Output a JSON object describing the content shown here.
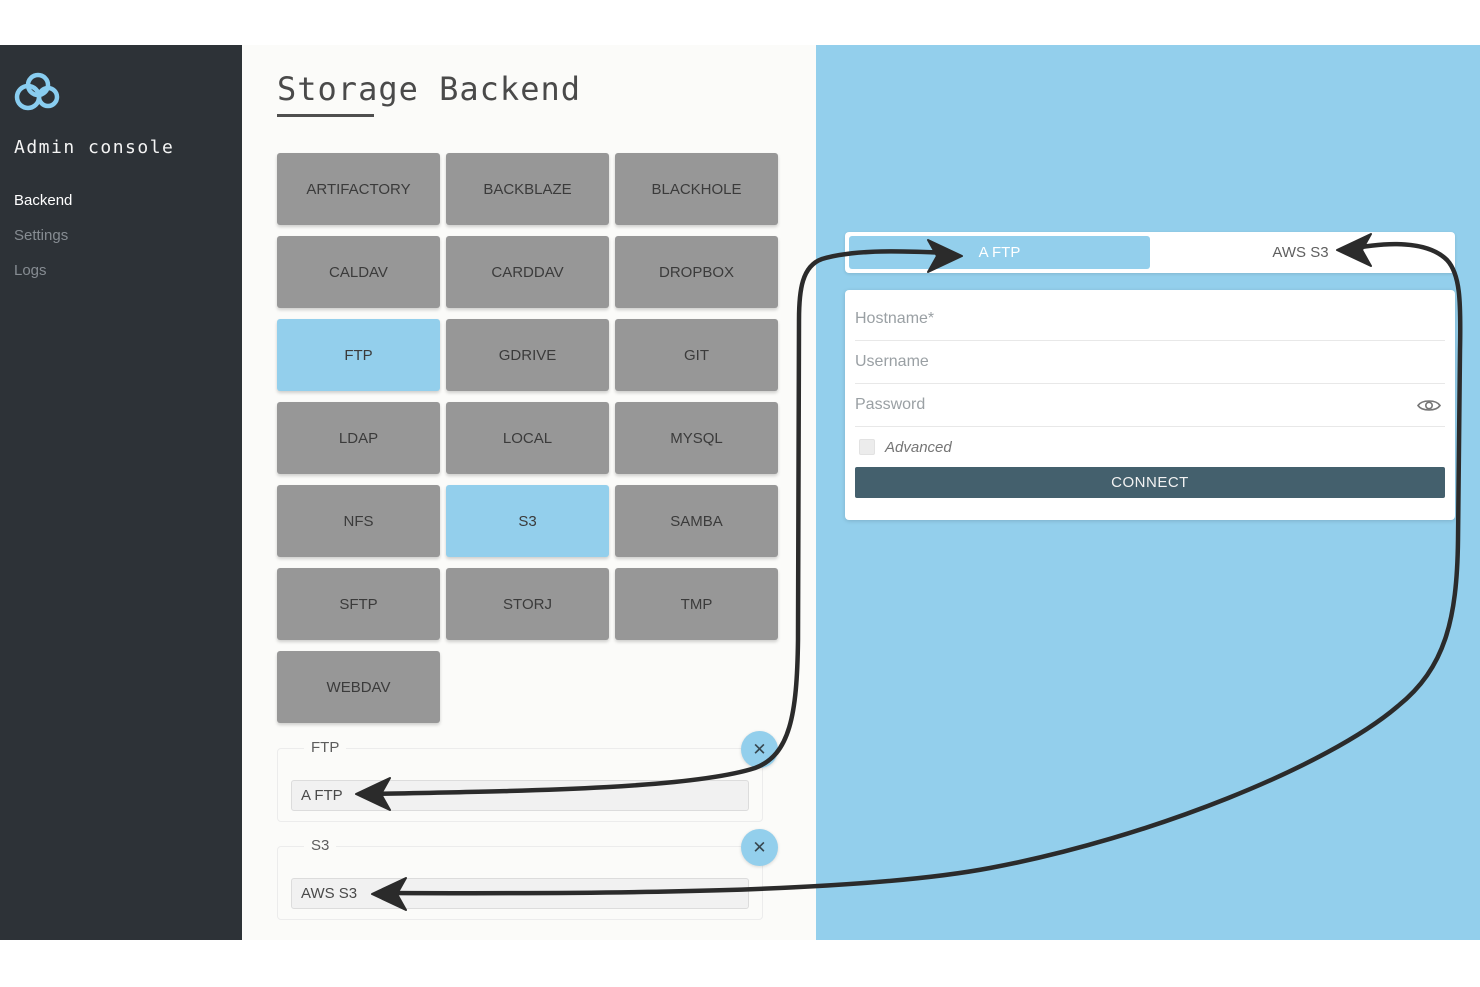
{
  "app": {
    "accent_blue": "#93cfec",
    "sidebar_bg": "#2d3237",
    "connect_bg": "#44606d",
    "close_glyph": "✕"
  },
  "sidebar": {
    "logo": "cloud-icon",
    "title": "Admin console",
    "items": [
      {
        "label": "Backend",
        "active": true
      },
      {
        "label": "Settings",
        "active": false
      },
      {
        "label": "Logs",
        "active": false
      }
    ]
  },
  "main": {
    "title": "Storage Backend",
    "backends": [
      {
        "label": "ARTIFACTORY",
        "selected": false
      },
      {
        "label": "BACKBLAZE",
        "selected": false
      },
      {
        "label": "BLACKHOLE",
        "selected": false
      },
      {
        "label": "CALDAV",
        "selected": false
      },
      {
        "label": "CARDDAV",
        "selected": false
      },
      {
        "label": "DROPBOX",
        "selected": false
      },
      {
        "label": "FTP",
        "selected": true
      },
      {
        "label": "GDRIVE",
        "selected": false
      },
      {
        "label": "GIT",
        "selected": false
      },
      {
        "label": "LDAP",
        "selected": false
      },
      {
        "label": "LOCAL",
        "selected": false
      },
      {
        "label": "MYSQL",
        "selected": false
      },
      {
        "label": "NFS",
        "selected": false
      },
      {
        "label": "S3",
        "selected": true
      },
      {
        "label": "SAMBA",
        "selected": false
      },
      {
        "label": "SFTP",
        "selected": false
      },
      {
        "label": "STORJ",
        "selected": false
      },
      {
        "label": "TMP",
        "selected": false
      },
      {
        "label": "WEBDAV",
        "selected": false
      }
    ],
    "configs": [
      {
        "type": "FTP",
        "name": "A FTP"
      },
      {
        "type": "S3",
        "name": "AWS S3"
      }
    ]
  },
  "panel": {
    "tabs": [
      {
        "label": "A FTP",
        "active": true
      },
      {
        "label": "AWS S3",
        "active": false
      }
    ],
    "form": {
      "hostname_placeholder": "Hostname*",
      "username_placeholder": "Username",
      "password_placeholder": "Password",
      "advanced_label": "Advanced",
      "connect_label": "CONNECT"
    }
  }
}
